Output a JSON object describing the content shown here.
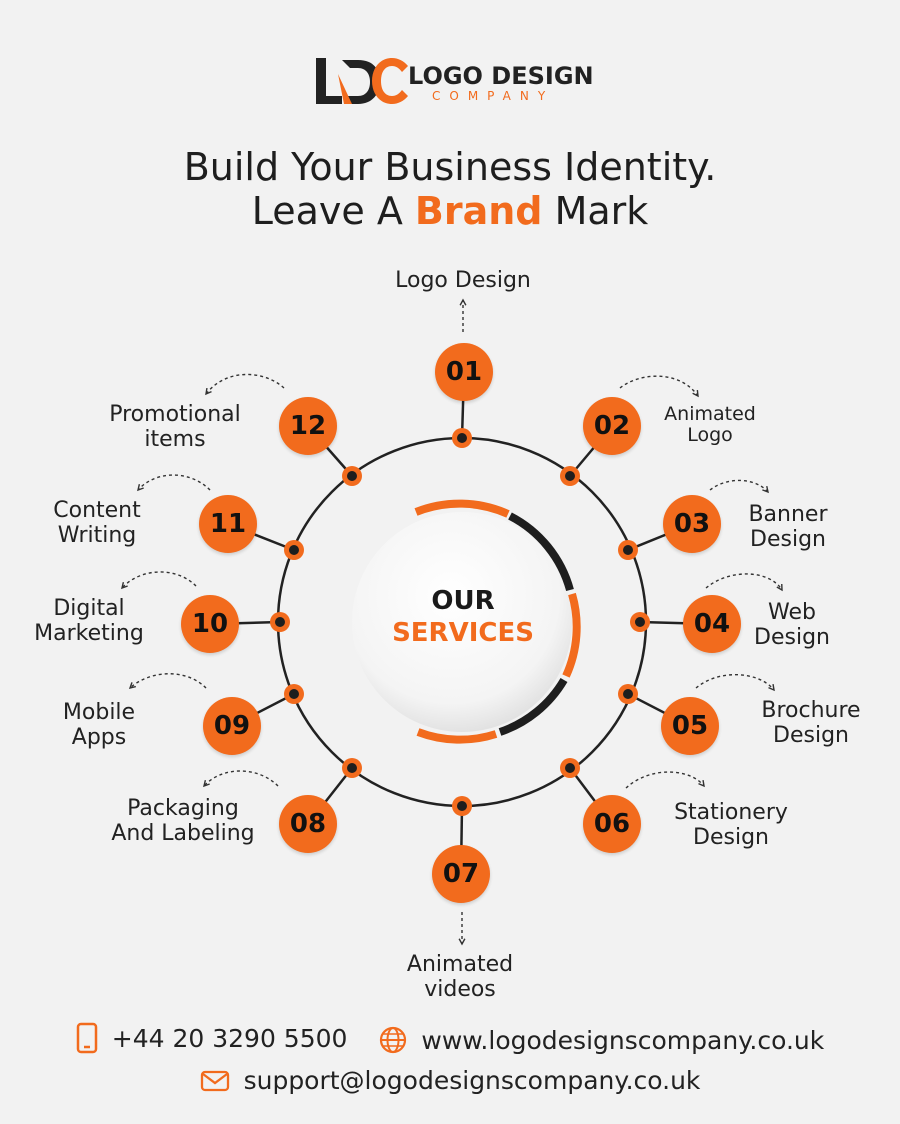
{
  "brand": {
    "mark": "LDC",
    "name": "LOGO DESIGN",
    "sub": "COMPANY"
  },
  "headline": {
    "line1": "Build Your Business Identity.",
    "line2_pre": "Leave A ",
    "line2_accent": "Brand",
    "line2_post": " Mark"
  },
  "center": {
    "line1": "OUR",
    "line2": "SERVICES"
  },
  "services": [
    {
      "num": "01",
      "lines": [
        "Logo Design"
      ]
    },
    {
      "num": "02",
      "lines": [
        "Animated",
        "Logo"
      ]
    },
    {
      "num": "03",
      "lines": [
        "Banner",
        "Design"
      ]
    },
    {
      "num": "04",
      "lines": [
        "Web",
        "Design"
      ]
    },
    {
      "num": "05",
      "lines": [
        "Brochure",
        "Design"
      ]
    },
    {
      "num": "06",
      "lines": [
        "Stationery",
        "Design"
      ]
    },
    {
      "num": "07",
      "lines": [
        "Animated",
        "videos"
      ]
    },
    {
      "num": "08",
      "lines": [
        "Packaging",
        "And Labeling"
      ]
    },
    {
      "num": "09",
      "lines": [
        "Mobile",
        "Apps"
      ]
    },
    {
      "num": "10",
      "lines": [
        "Digital",
        "Marketing"
      ]
    },
    {
      "num": "11",
      "lines": [
        "Content",
        "Writing"
      ]
    },
    {
      "num": "12",
      "lines": [
        "Promotional",
        "items"
      ]
    }
  ],
  "contact": {
    "phone": "+44 20 3290 5500",
    "website": "www.logodesignscompany.co.uk",
    "email": "support@logodesignscompany.co.uk"
  },
  "colors": {
    "accent": "#f26b1d",
    "dark": "#1e1e1e",
    "background": "#f2f2f2"
  },
  "icons": {
    "phone": "mobile-phone-icon",
    "website": "globe-icon",
    "email": "envelope-icon"
  }
}
